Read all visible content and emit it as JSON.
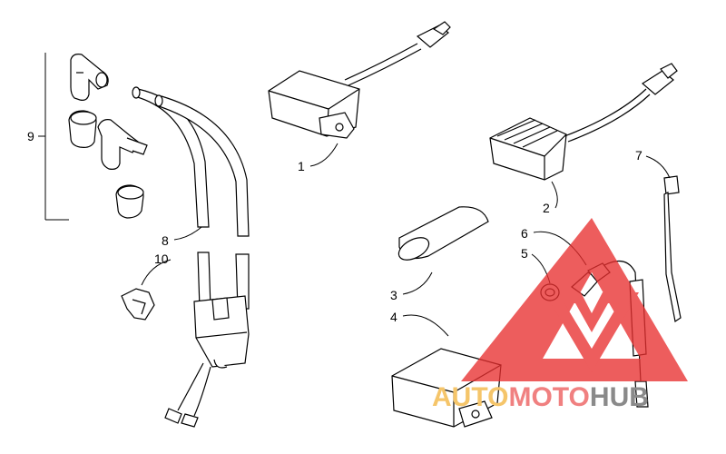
{
  "diagram": {
    "callouts": [
      {
        "id": "c1",
        "label": "1"
      },
      {
        "id": "c2",
        "label": "2"
      },
      {
        "id": "c3",
        "label": "3"
      },
      {
        "id": "c4",
        "label": "4"
      },
      {
        "id": "c5",
        "label": "5"
      },
      {
        "id": "c6",
        "label": "6"
      },
      {
        "id": "c7",
        "label": "7"
      },
      {
        "id": "c8",
        "label": "8"
      },
      {
        "id": "c9",
        "label": "9"
      },
      {
        "id": "c10",
        "label": "10"
      }
    ]
  },
  "watermark": {
    "word_1": "AUTO",
    "word_2": "MOTO",
    "word_3": "HUB",
    "color_auto": "#f5c56a",
    "color_moto": "#f08080",
    "color_hub": "#8a8a8a",
    "triangle_color": "#e83030"
  }
}
